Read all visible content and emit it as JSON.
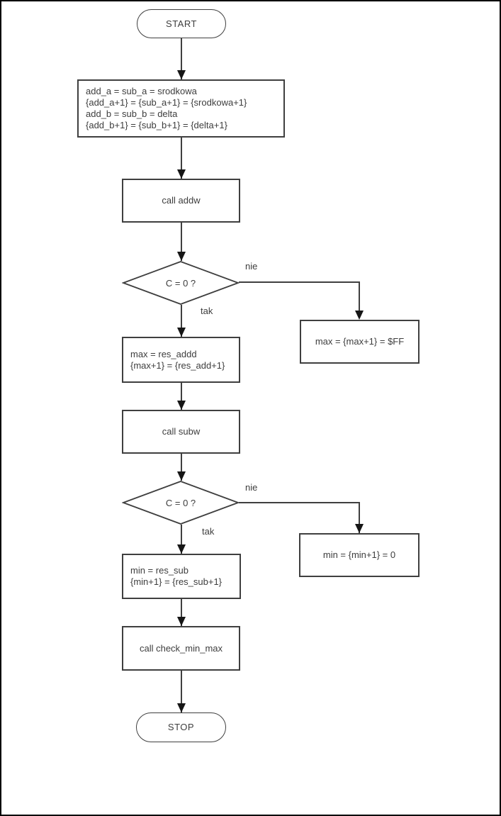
{
  "flowchart": {
    "nodes": {
      "start": {
        "label": "START"
      },
      "init": {
        "lines": [
          "add_a = sub_a = srodkowa",
          "{add_a+1} = {sub_a+1} = {srodkowa+1}",
          "add_b = sub_b = delta",
          "{add_b+1} = {sub_b+1} = {delta+1}"
        ]
      },
      "call_addw": {
        "label": "call addw"
      },
      "decision_add": {
        "label": "C = 0 ?",
        "no_label": "nie",
        "yes_label": "tak"
      },
      "max_overflow": {
        "label": "max = {max+1} = $FF"
      },
      "store_max": {
        "lines": [
          "max = res_addd",
          "{max+1} = {res_add+1}"
        ]
      },
      "call_subw": {
        "label": "call subw"
      },
      "decision_sub": {
        "label": "C = 0 ?",
        "no_label": "nie",
        "yes_label": "tak"
      },
      "min_underflow": {
        "label": "min = {min+1} = 0"
      },
      "store_min": {
        "lines": [
          "min = res_sub",
          "{min+1} = {res_sub+1}"
        ]
      },
      "call_check": {
        "label": "call check_min_max"
      },
      "stop": {
        "label": "STOP"
      }
    },
    "colors": {
      "stroke": "#3f3f3f",
      "text": "#3d3d3d",
      "arrow": "#161616",
      "canvas_border": "#000000",
      "background": "#ffffff"
    }
  }
}
